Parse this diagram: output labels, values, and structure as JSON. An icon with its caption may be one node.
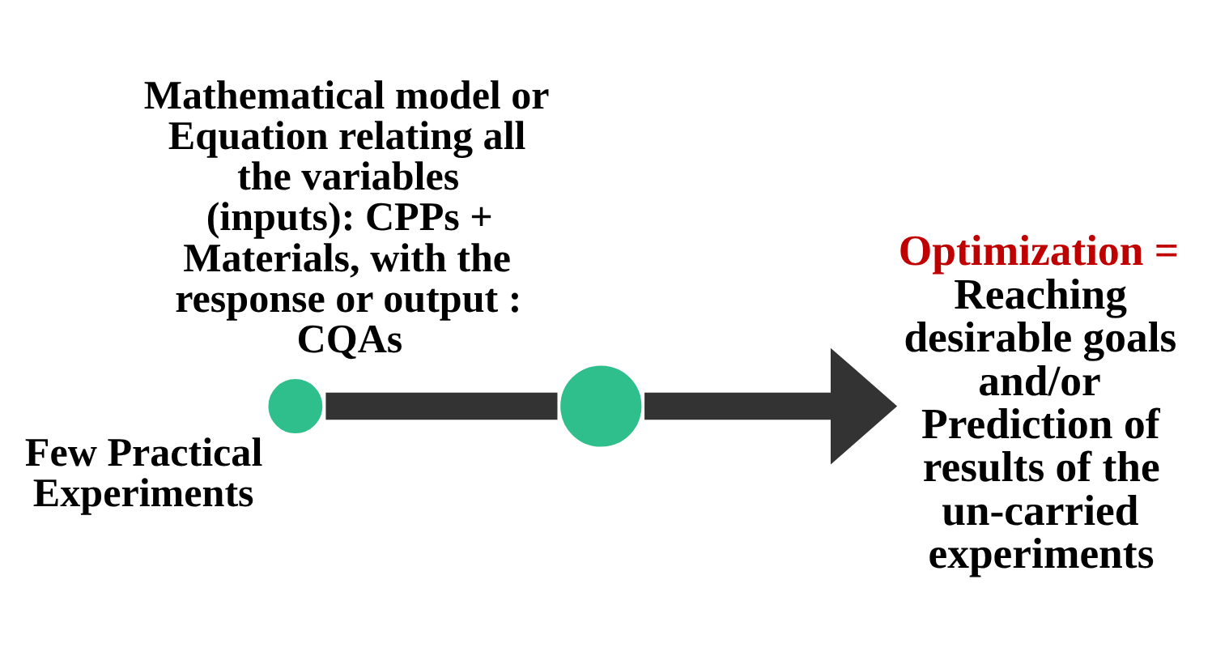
{
  "diagram": {
    "nodes": [
      {
        "text": [],
        "shape": "circle",
        "beside": [
          "Few Practical Experiments"
        ]
      },
      {
        "text": [],
        "shape": "circle",
        "beside": [
          "Mathematical model or Equation relating all the variables (inputs): CPPs + Materials, with the response or output : CQAs"
        ]
      },
      {
        "text": [
          "Optimization =",
          "Reaching desirable goals and/or Prediction of results of the un-carried experiments"
        ]
      }
    ],
    "edges": [
      {
        "from": 0,
        "to": 1,
        "arrow": "none"
      },
      {
        "from": 1,
        "to": 2,
        "arrow": "to"
      }
    ]
  }
}
